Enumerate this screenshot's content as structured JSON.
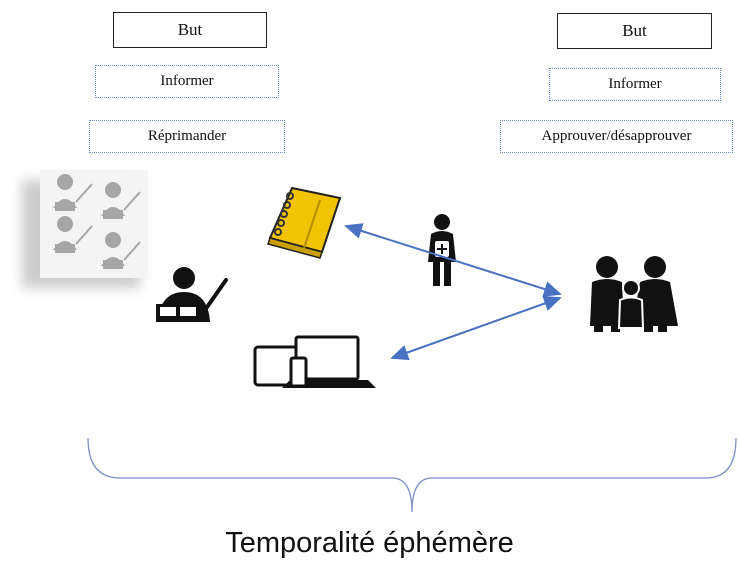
{
  "left_column": {
    "goal_label": "But",
    "purposes": [
      "Informer",
      "Réprimander"
    ]
  },
  "right_column": {
    "goal_label": "But",
    "purposes": [
      "Informer",
      "Approuver/désapprouver"
    ]
  },
  "caption": "Temporalité éphémère",
  "icons": {
    "class_group": "teacher-group-icon",
    "teacher": "teacher-at-board-icon",
    "notebook": "notebook-icon",
    "student": "student-backpack-icon",
    "devices": "digital-devices-icon",
    "family": "family-icon"
  },
  "colors": {
    "arrow": "#4a72c4",
    "brace": "#7a8fc8",
    "notebook": "#f2c300",
    "dotted_border": "#6f8fd8"
  }
}
